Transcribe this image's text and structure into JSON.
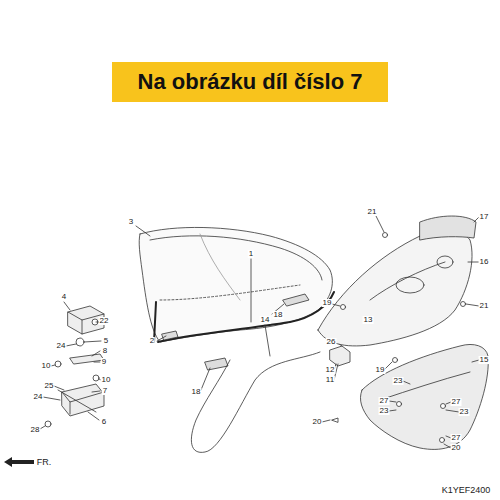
{
  "diagram": {
    "title": "Na obrázku díl číslo 7",
    "labels": [
      "3",
      "1",
      "18",
      "2",
      "18",
      "4",
      "22",
      "5",
      "24",
      "8",
      "10",
      "9",
      "10",
      "7",
      "25",
      "24",
      "6",
      "28",
      "14",
      "21",
      "17",
      "16",
      "21",
      "19",
      "26",
      "13",
      "19",
      "12",
      "11",
      "23",
      "15",
      "27",
      "23",
      "20",
      "27",
      "23",
      "27",
      "20",
      "FR.",
      "K1YEF2400"
    ]
  }
}
